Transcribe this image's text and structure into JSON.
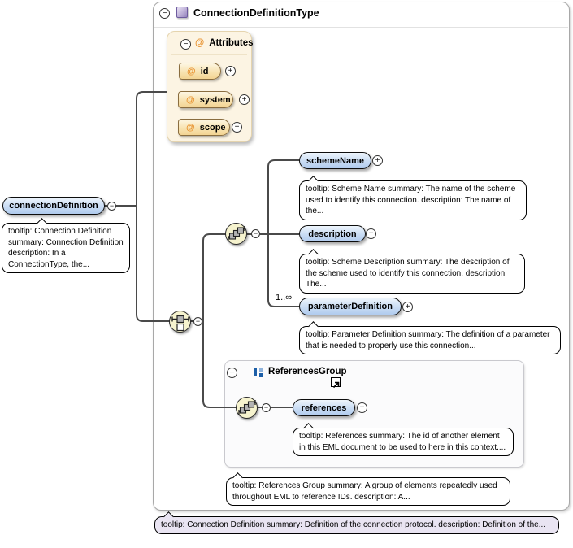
{
  "type_box": {
    "title": "ConnectionDefinitionType",
    "tooltip": "tooltip: Connection Definition summary: Definition of the connection protocol. description: Definition of the..."
  },
  "root_element": {
    "label": "connectionDefinition",
    "tooltip": "tooltip: Connection Definition summary: Connection Definition description: In a ConnectionType, the..."
  },
  "attributes_box": {
    "title": "Attributes",
    "at": "@",
    "items": [
      {
        "name": "id"
      },
      {
        "name": "system"
      },
      {
        "name": "scope"
      }
    ]
  },
  "elements": [
    {
      "name": "schemeName",
      "tooltip": "tooltip: Scheme Name summary: The name of the scheme used to identify this connection. description: The name of the..."
    },
    {
      "name": "description",
      "tooltip": "tooltip: Scheme Description summary: The description of the scheme used to identify this connection. description: The..."
    },
    {
      "name": "parameterDefinition",
      "cardinality": "1..∞",
      "tooltip": "tooltip: Parameter Definition summary: The definition of a parameter that is needed to properly use this connection..."
    }
  ],
  "references_group": {
    "title": "ReferencesGroup",
    "tooltip": "tooltip: References Group summary: A group of elements repeatedly used throughout EML to reference IDs. description: A...",
    "element": {
      "name": "references",
      "tooltip": "tooltip: References summary: The id of another element in this EML document to be used to here in this context...."
    }
  },
  "toggles": {
    "collapse": "−",
    "expand": "+"
  },
  "icons": {
    "complex-type-icon": "purple-gradient-square",
    "sequence-compositor-icon": "cascaded-gray-squares-in-yellow-circle",
    "choice-compositor-icon": "square-with-alternative-below-in-yellow-circle",
    "group-icon": "blue-squares",
    "navigate-to-definition-icon": "↗"
  },
  "colors": {
    "element_pill_fill": "#c3d7f2",
    "element_pill_border": "#111111",
    "attribute_pill_fill": "#f5d896",
    "attribute_at": "#e8912d",
    "attributes_box_bg": "#fcf4e3",
    "compositor_fill": "#f6f3ce",
    "complex_type_purple": "#a293c6",
    "group_blue": "#1d5fa8",
    "type_tooltip_bg": "#e9e4f2",
    "connector_line": "#4a4a4a"
  }
}
